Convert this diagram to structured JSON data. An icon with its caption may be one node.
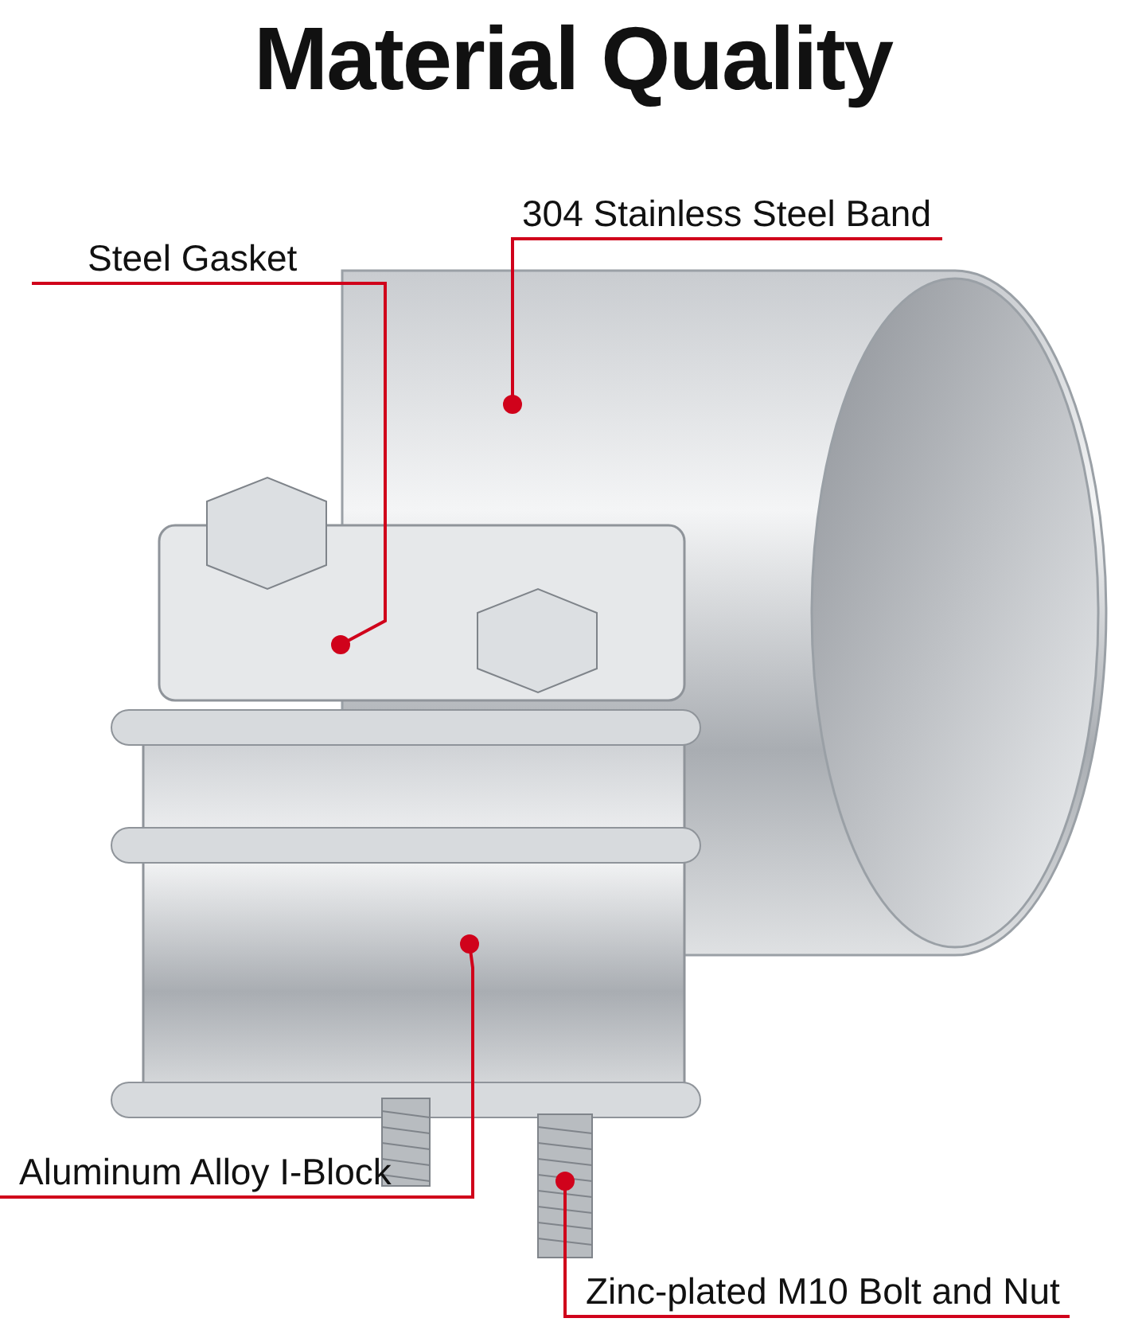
{
  "diagram": {
    "title": "Material Quality",
    "nodes": [
      {
        "text": [
          "304 Stainless Steel Band"
        ]
      },
      {
        "text": [
          "Steel Gasket"
        ]
      },
      {
        "text": [],
        "shape": "cylinder"
      },
      {
        "text": [],
        "shape": "bar"
      },
      {
        "text": [],
        "shape": "box"
      },
      {
        "text": [
          "Aluminum Alloy I-Block"
        ]
      },
      {
        "text": [],
        "shape": "picture"
      },
      {
        "text": [
          "Zinc-plated M10 Bolt and Nut"
        ]
      }
    ],
    "edges": [
      {
        "from": 0,
        "to": 2,
        "arrow": "other"
      },
      {
        "from": 1,
        "to": 3,
        "arrow": "other"
      },
      {
        "from": 5,
        "to": 4,
        "arrow": "other"
      },
      {
        "from": 7,
        "to": 6,
        "arrow": "other"
      }
    ]
  }
}
